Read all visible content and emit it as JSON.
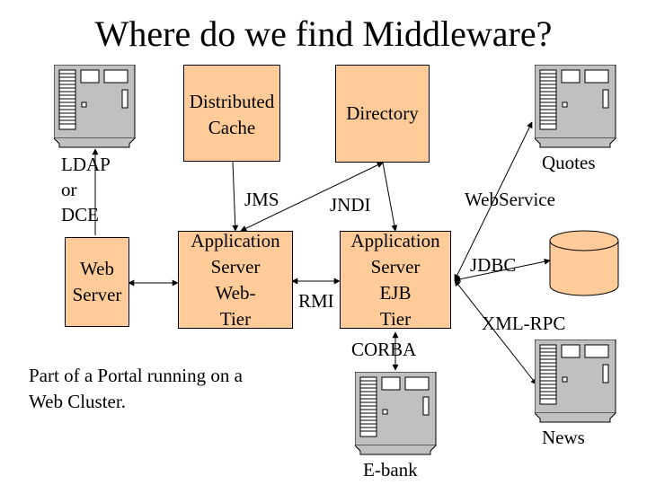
{
  "title": "Where do we find Middleware?",
  "boxes": {
    "cache": "Distributed\nCache",
    "directory": "Directory",
    "web_server": "Web\nServer",
    "web_tier": "Application\nServer\nWeb-\nTier",
    "ejb_tier": "Application\nServer\nEJB\nTier"
  },
  "labels": {
    "ldap": "LDAP\nor\nDCE",
    "jms": "JMS",
    "jndi": "JNDI",
    "webservice": "WebService",
    "quotes": "Quotes",
    "jdbc": "JDBC",
    "rmi": "RMI",
    "xmlrpc": "XML-RPC",
    "corba": "CORBA",
    "news": "News",
    "ebank": "E-bank"
  },
  "note": {
    "line1": "Part of a Portal running on a",
    "line2": "Web Cluster."
  },
  "colors": {
    "box_fill": "#ffcc99",
    "server_fill": "#c0c0c0",
    "line": "#000000"
  },
  "icons": {
    "server": "server-icon",
    "database": "database-icon"
  }
}
